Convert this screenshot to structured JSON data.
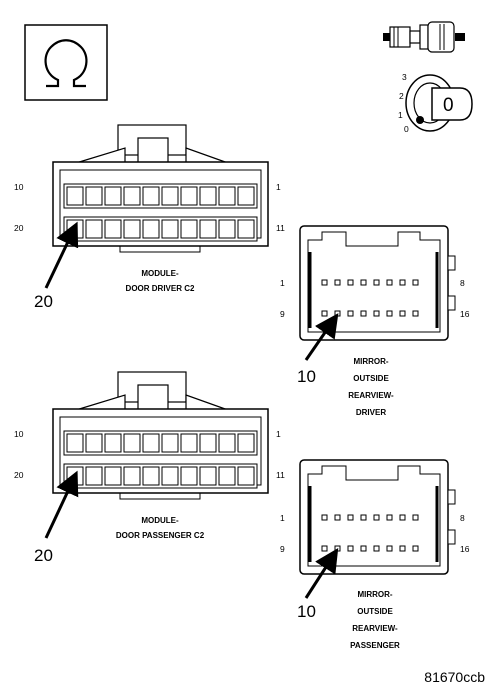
{
  "symbols": {
    "ohm_icon": "ohm-symbol",
    "plug_icon": "connector-plug",
    "ignition_icon": "ignition-switch",
    "ignition_positions": [
      "3",
      "2",
      "1",
      "0"
    ],
    "ignition_key_label": "0"
  },
  "module_driver": {
    "pin_top_left": "10",
    "pin_top_right": "1",
    "pin_bottom_left": "20",
    "pin_bottom_right": "11",
    "title_line1": "MODULE-",
    "title_line2": "DOOR DRIVER C2",
    "callout": "20"
  },
  "mirror_driver": {
    "pin_top_left": "1",
    "pin_top_right": "8",
    "pin_bottom_left": "9",
    "pin_bottom_right": "16",
    "callout": "10",
    "title_line1": "MIRROR-",
    "title_line2": "OUTSIDE",
    "title_line3": "REARVIEW-",
    "title_line4": "DRIVER"
  },
  "module_passenger": {
    "pin_top_left": "10",
    "pin_top_right": "1",
    "pin_bottom_left": "20",
    "pin_bottom_right": "11",
    "title_line1": "MODULE-",
    "title_line2": "DOOR PASSENGER C2",
    "callout": "20"
  },
  "mirror_passenger": {
    "pin_top_left": "1",
    "pin_top_right": "8",
    "pin_bottom_left": "9",
    "pin_bottom_right": "16",
    "callout": "10",
    "title_line1": "MIRROR-",
    "title_line2": "OUTSIDE",
    "title_line3": "REARVIEW-",
    "title_line4": "PASSENGER"
  },
  "figure_code": "81670ccb"
}
